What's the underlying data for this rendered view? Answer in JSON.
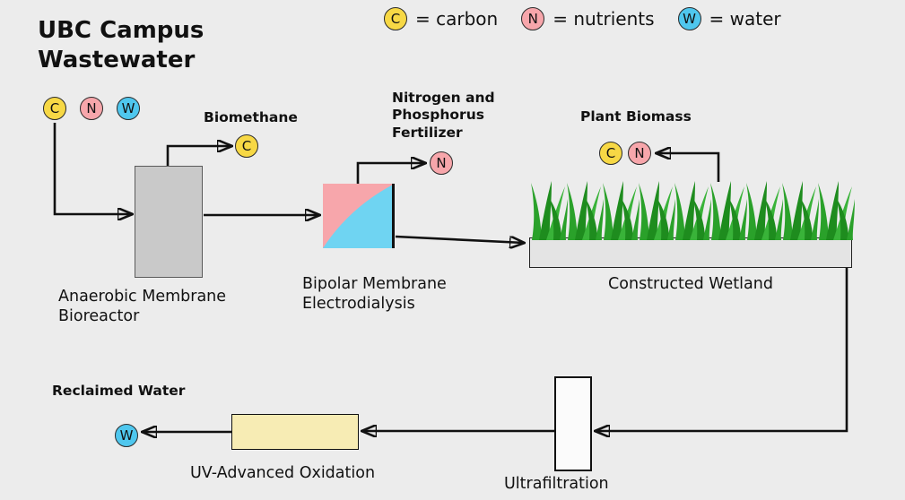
{
  "title": "UBC Campus Wastewater",
  "chips": {
    "C": {
      "symbol": "C",
      "color": "#f7d845",
      "meaning": "carbon"
    },
    "N": {
      "symbol": "N",
      "color": "#f7a6ab",
      "meaning": "nutrients"
    },
    "W": {
      "symbol": "W",
      "color": "#4fc7ee",
      "meaning": "water"
    }
  },
  "legend": {
    "items": [
      {
        "symbol": "C",
        "label": "= carbon"
      },
      {
        "symbol": "N",
        "label": "= nutrients"
      },
      {
        "symbol": "W",
        "label": "= water"
      }
    ]
  },
  "process": {
    "influent_symbols": [
      "C",
      "N",
      "W"
    ],
    "nodes": [
      {
        "id": "bioreactor",
        "label": "Anaerobic Membrane Bioreactor"
      },
      {
        "id": "electrodialysis",
        "label": "Bipolar Membrane Electrodialysis"
      },
      {
        "id": "wetland",
        "label": "Constructed Wetland"
      },
      {
        "id": "ultrafiltration",
        "label": "Ultrafiltration"
      },
      {
        "id": "uv_oxidation",
        "label": "UV-Advanced Oxidation"
      }
    ],
    "outputs": [
      {
        "id": "biomethane",
        "label": "Biomethane",
        "symbols": [
          "C"
        ]
      },
      {
        "id": "fertilizer",
        "label": "Nitrogen and Phosphorus Fertilizer",
        "symbols": [
          "N"
        ]
      },
      {
        "id": "plant_biomass",
        "label": "Plant Biomass",
        "symbols": [
          "C",
          "N"
        ]
      },
      {
        "id": "reclaimed_water",
        "label": "Reclaimed Water",
        "symbols": [
          "W"
        ]
      }
    ]
  },
  "colors": {
    "background": "#ececec",
    "bioreactor_fill": "#c9c9c9",
    "electrodialysis_pink": "#f7a6ab",
    "electrodialysis_cyan": "#6fd4f2",
    "wetland_fill": "#e4e4e4",
    "ultrafiltration_fill": "#fbfbfb",
    "uv_fill": "#f7ecb4",
    "grass_green": "#2aa12a",
    "line": "#111111"
  }
}
